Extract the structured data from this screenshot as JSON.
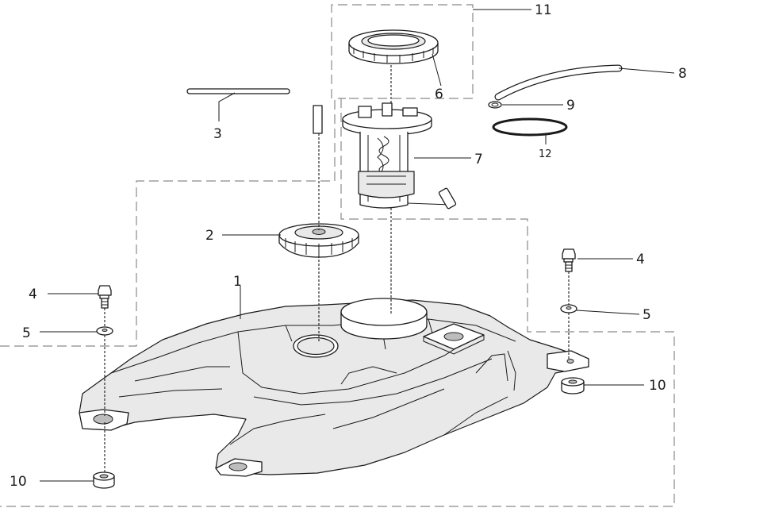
{
  "callouts": {
    "c1": "1",
    "c2": "2",
    "c3": "3",
    "c4_left": "4",
    "c4_right": "4",
    "c5_left": "5",
    "c5_right": "5",
    "c6": "6",
    "c7": "7",
    "c8": "8",
    "c9": "9",
    "c10_left": "10",
    "c10_right": "10",
    "c11": "11",
    "c12": "12"
  },
  "colors": {
    "line": "#1a1a1a",
    "group_outline": "#8a8a8a",
    "background": "#ffffff",
    "tank_fill": "#eeeeee"
  }
}
